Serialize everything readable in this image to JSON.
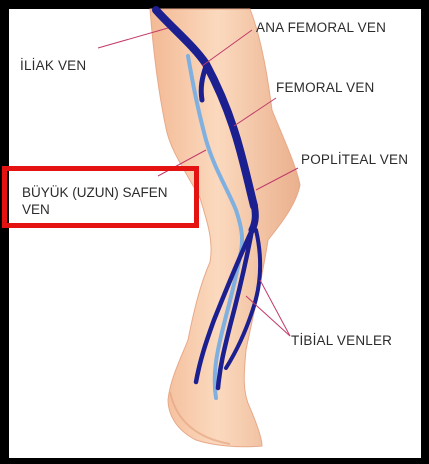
{
  "labels": {
    "iliac": "İLİAK VEN",
    "common_femoral": "ANA FEMORAL VEN",
    "femoral": "FEMORAL VEN",
    "popliteal": "POPLİTEAL VEN",
    "great_saphenous_line1": "BÜYÜK (UZUN) SAFEN",
    "great_saphenous_line2": "VEN",
    "tibial": "TİBİAL VENLER"
  },
  "colors": {
    "deep_vein": "#1b1f8f",
    "saphenous_vein": "#7fb0e0",
    "skin": "#f6c9a6",
    "highlight_box": "#e51212",
    "leader_line": "#c23a6a"
  }
}
